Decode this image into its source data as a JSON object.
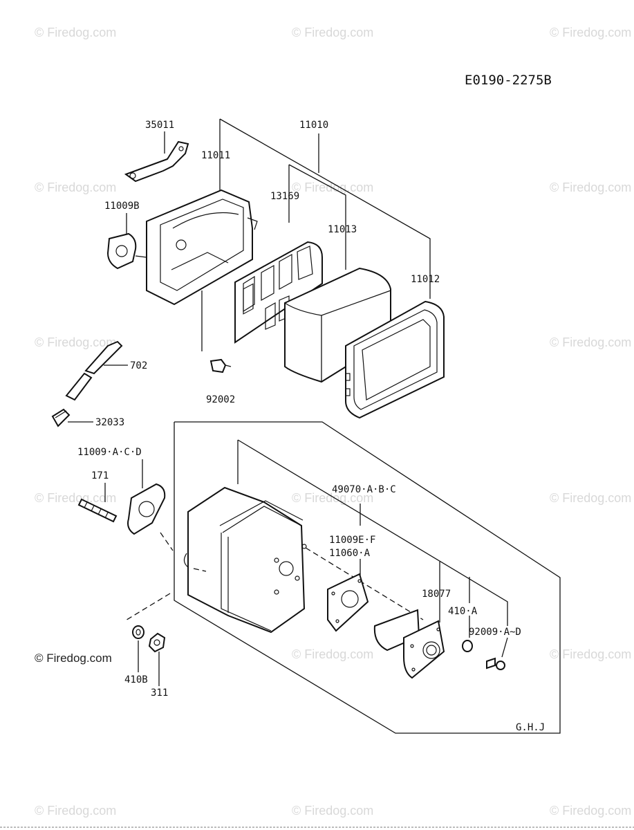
{
  "diagram_code": "E0190-2275B",
  "watermark_text": "© Firedog.com",
  "section_code": "G.H.J",
  "parts": {
    "p35011": "35011",
    "p11010": "11010",
    "p11011": "11011",
    "p13169": "13169",
    "p11009B": "11009B",
    "p11013": "11013",
    "p11012": "11012",
    "p702": "702",
    "p92002": "92002",
    "p32033": "32033",
    "p11009ACD": "11009·A·C·D",
    "p171": "171",
    "p49070": "49070·A·B·C",
    "p11009EF": "11009E·F",
    "p11060A": "11060·A",
    "p18077": "18077",
    "p410A": "410·A",
    "p92009": "92009·A~D",
    "p410B": "410B",
    "p311": "311"
  }
}
